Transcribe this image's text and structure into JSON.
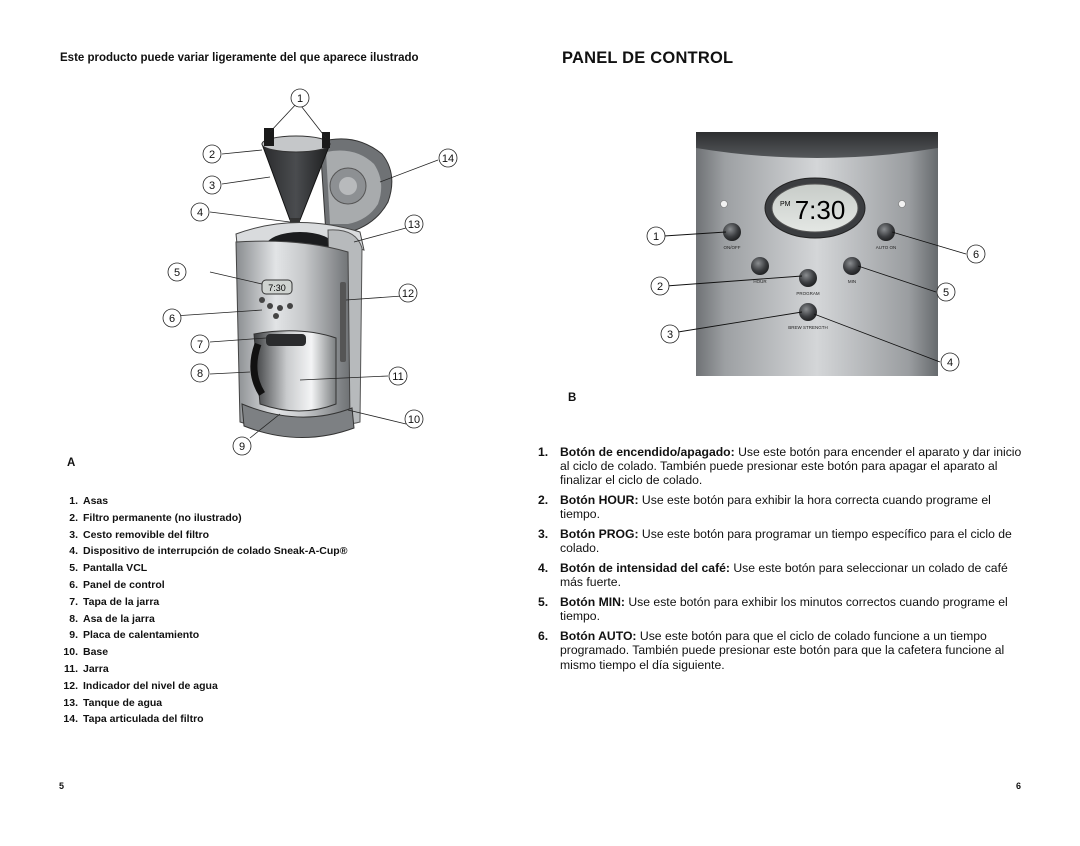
{
  "left_page": {
    "heading": "Este producto puede variar ligeramente del que aparece ilustrado",
    "figure_label": "A",
    "callouts": [
      "1",
      "2",
      "3",
      "4",
      "5",
      "6",
      "7",
      "8",
      "9",
      "10",
      "11",
      "12",
      "13",
      "14"
    ],
    "parts": [
      {
        "num": "1.",
        "text": "Asas"
      },
      {
        "num": "2.",
        "text": "Filtro permanente (no ilustrado)"
      },
      {
        "num": "3.",
        "text": "Cesto removible del filtro"
      },
      {
        "num": "4.",
        "text": "Dispositivo de interrupción de colado Sneak-A-Cup®"
      },
      {
        "num": "5.",
        "text": "Pantalla VCL"
      },
      {
        "num": "6.",
        "text": "Panel de control"
      },
      {
        "num": "7.",
        "text": "Tapa de la jarra"
      },
      {
        "num": "8.",
        "text": "Asa de la jarra"
      },
      {
        "num": "9.",
        "text": "Placa de calentamiento"
      },
      {
        "num": "10.",
        "text": "Base"
      },
      {
        "num": "11.",
        "text": "Jarra"
      },
      {
        "num": "12.",
        "text": "Indicador del nivel de agua"
      },
      {
        "num": "13.",
        "text": "Tanque de agua"
      },
      {
        "num": "14.",
        "text": "Tapa articulada del filtro"
      }
    ],
    "display_time": "7:30",
    "page_number": "5"
  },
  "right_page": {
    "heading": "PANEL DE CONTROL",
    "figure_label": "B",
    "panel": {
      "display_pm": "PM",
      "display_time": "7:30",
      "labels": {
        "on_off": "ON/OFF",
        "auto_on": "AUTO ON",
        "hour": "HOUR",
        "program": "PROGRAM",
        "min": "MIN",
        "brew_strength": "BREW STRENGTH"
      },
      "callouts": [
        "1",
        "2",
        "3",
        "4",
        "5",
        "6"
      ]
    },
    "buttons": [
      {
        "num": "1.",
        "term": "Botón de encendido/apagado:",
        "text": " Use este botón para encender el aparato y dar inicio al ciclo de colado. También puede presionar este botón para apagar el aparato al finalizar el ciclo de colado."
      },
      {
        "num": "2.",
        "term": "Botón HOUR:",
        "text": " Use este botón para exhibir la hora correcta cuando programe el tiempo."
      },
      {
        "num": "3.",
        "term": "Botón PROG:",
        "text": " Use este botón para programar un tiempo específico para el ciclo de colado."
      },
      {
        "num": "4.",
        "term": "Botón de intensidad del café:",
        "text": " Use este botón para seleccionar un colado de café más fuerte."
      },
      {
        "num": "5.",
        "term": "Botón MIN:",
        "text": " Use este botón para exhibir los minutos correctos cuando programe el tiempo."
      },
      {
        "num": "6.",
        "term": "Botón AUTO:",
        "text": " Use este botón para que el ciclo de colado funcione a un tiempo programado. También puede presionar este botón para que la cafetera funcione  al mismo tiempo el día siguiente."
      }
    ],
    "page_number": "6"
  }
}
